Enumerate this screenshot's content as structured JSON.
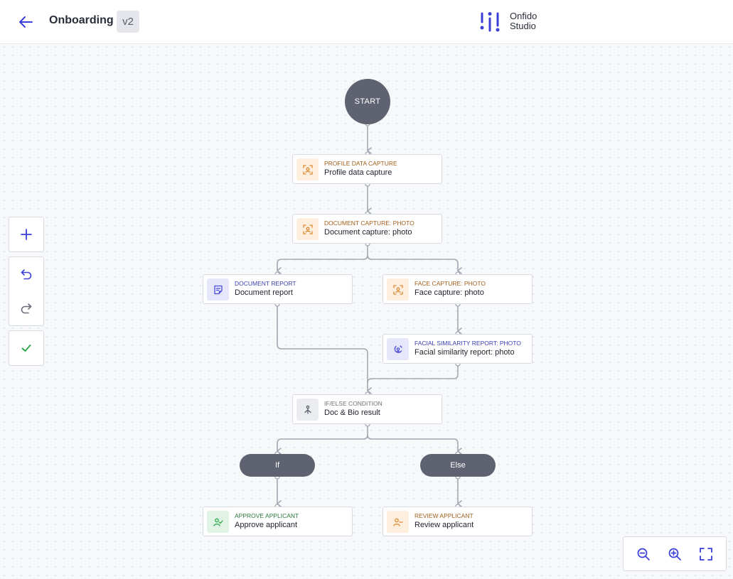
{
  "header": {
    "title": "Onboarding",
    "version": "v2",
    "brand_line1": "Onfido",
    "brand_line2": "Studio"
  },
  "colors": {
    "accent": "#3b3fd8",
    "node_dark": "#5f6270",
    "edge": "#a4a8b3",
    "success": "#2aa84a",
    "orange": "#e08a33"
  },
  "flow": {
    "start_label": "START",
    "nodes": [
      {
        "category": "Profile data capture",
        "label": "Profile data capture",
        "icon": "face-scan-icon"
      },
      {
        "category": "Document capture: photo",
        "label": "Document capture: photo",
        "icon": "face-scan-icon"
      },
      {
        "category": "Document report",
        "label": "Document report",
        "icon": "document-report-icon"
      },
      {
        "category": "Face capture: photo",
        "label": "Face capture: photo",
        "icon": "face-scan-icon"
      },
      {
        "category": "Facial similarity report: photo",
        "label": "Facial similarity report: photo",
        "icon": "face-similarity-icon"
      },
      {
        "category": "If/else condition",
        "label": "Doc & Bio result",
        "icon": "branch-icon"
      },
      {
        "category": "Approve applicant",
        "label": "Approve applicant",
        "icon": "user-check-icon"
      },
      {
        "category": "Review applicant",
        "label": "Review applicant",
        "icon": "user-minus-icon"
      }
    ],
    "branches": {
      "if_label": "If",
      "else_label": "Else"
    }
  },
  "toolbar": {
    "icons": [
      "plus-icon",
      "undo-icon",
      "redo-icon",
      "check-icon"
    ]
  },
  "zoom_controls": {
    "icons": [
      "zoom-out-icon",
      "zoom-in-icon",
      "fullscreen-icon"
    ]
  }
}
